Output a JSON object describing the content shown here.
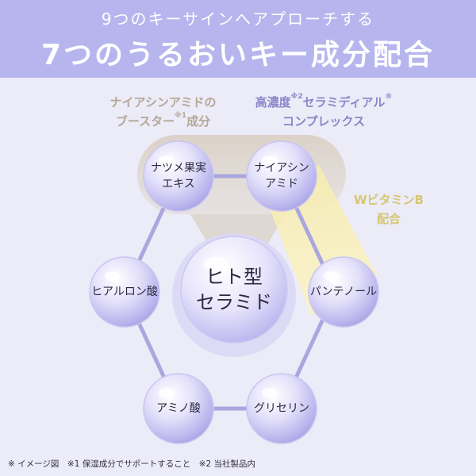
{
  "header": {
    "subtitle": "9つのキーサインへアプローチする",
    "title": "7つのうるおいキー成分配合"
  },
  "captions": {
    "booster_line1": "ナイアシンアミドの",
    "booster_line2_pre": "ブースター",
    "booster_note": "※1",
    "booster_line2_post": "成分",
    "ceramide_line1_pre": "高濃度",
    "ceramide_note": "※2",
    "ceramide_line1_mid": "セラミディアル",
    "ceramide_reg": "®",
    "ceramide_line2": "コンプレックス",
    "vitamin_line1": "WビタミンB",
    "vitamin_line2": "配合"
  },
  "ingredients": {
    "natsume_l1": "ナツメ果実",
    "natsume_l2": "エキス",
    "niacin_l1": "ナイアシン",
    "niacin_l2": "アミド",
    "hyaluronic": "ヒアルロン酸",
    "panthenol": "パンテノール",
    "amino": "アミノ酸",
    "glycerin": "グリセリン",
    "center_l1": "ヒト型",
    "center_l2": "セラミド"
  },
  "footer": "※ イメージ図　※1 保湿成分でサポートすること　※2 当社製品内",
  "colors": {
    "header_bg": "#b6b5ee",
    "background": "#ecebf8",
    "hex_line": "#a9a7dd",
    "booster_tint": "#b5a796",
    "ceramide_tint": "#8a86c8",
    "vitamin_tint": "#d7c66f"
  }
}
